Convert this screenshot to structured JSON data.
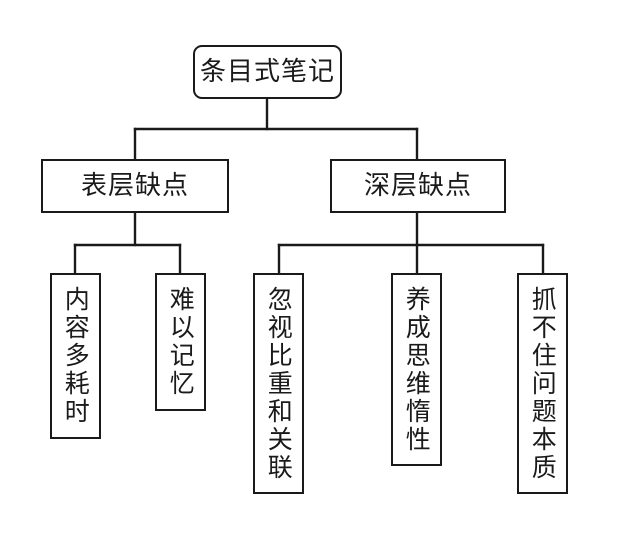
{
  "diagram": {
    "type": "tree-org-chart",
    "title": "条目式笔记",
    "background_color": "#ffffff",
    "line_color": "#1a1a1a",
    "text_color": "#1a1a1a",
    "root": {
      "label": "条目式笔记",
      "orientation": "horizontal",
      "shape": "rounded-rectangle"
    },
    "branches": [
      {
        "label": "表层缺点",
        "orientation": "horizontal",
        "shape": "rectangle",
        "children": [
          {
            "label": "内容多耗时",
            "orientation": "vertical",
            "shape": "rectangle"
          },
          {
            "label": "难以记忆",
            "orientation": "vertical",
            "shape": "rectangle"
          }
        ]
      },
      {
        "label": "深层缺点",
        "orientation": "horizontal",
        "shape": "rectangle",
        "children": [
          {
            "label": "忽视比重和关联",
            "orientation": "vertical",
            "shape": "rectangle"
          },
          {
            "label": "养成思维惰性",
            "orientation": "vertical",
            "shape": "rectangle"
          },
          {
            "label": "抓不住问题本质",
            "orientation": "vertical",
            "shape": "rectangle"
          }
        ]
      }
    ]
  }
}
